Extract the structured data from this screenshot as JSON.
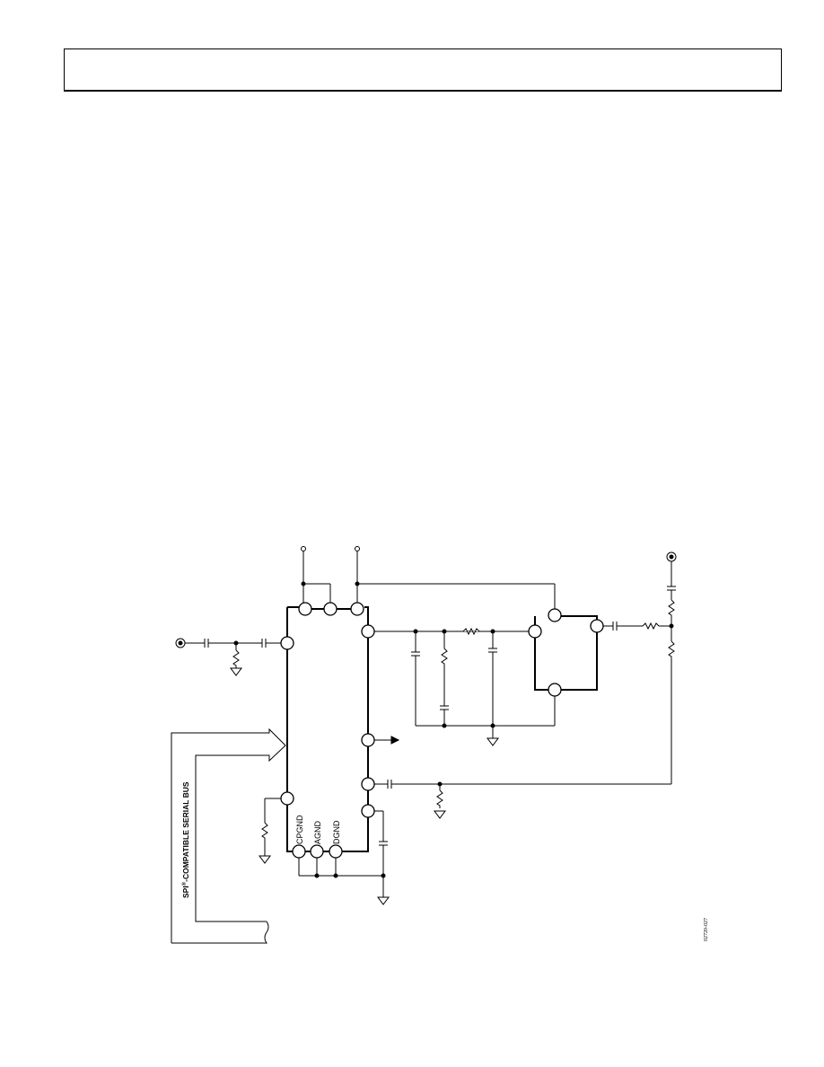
{
  "header": {
    "text": ""
  },
  "diagram": {
    "pin_labels": {
      "cpgnd": "CPGND",
      "agnd": "AGND",
      "dgnd": "DGND"
    },
    "bus_label": {
      "prefix": "SPI",
      "superscript": "®",
      "suffix": "-COMPATIBLE SERIAL BUS"
    },
    "figure_code": "02720-027"
  }
}
